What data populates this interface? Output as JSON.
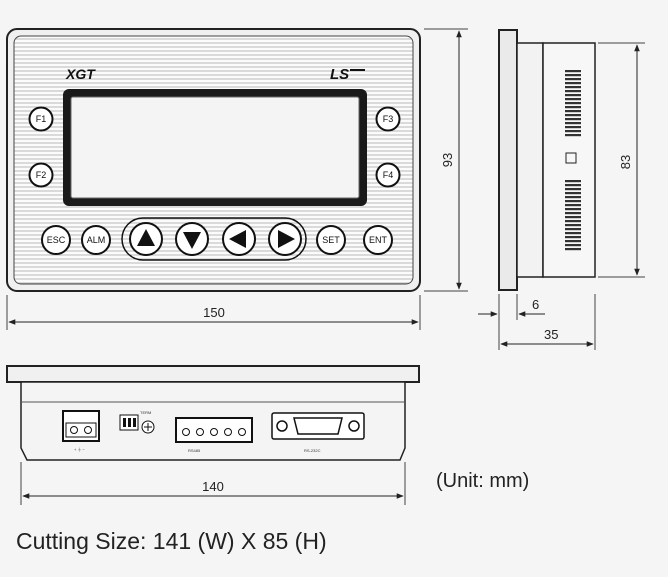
{
  "front": {
    "brand_left": "XGT",
    "brand_right": "LS",
    "keys_left": [
      "F1",
      "F2"
    ],
    "keys_right": [
      "F3",
      "F4"
    ],
    "keys_bottom": [
      "ESC",
      "ALM",
      "SET",
      "ENT"
    ]
  },
  "dimensions": {
    "front_width": "150",
    "front_height": "93",
    "side_height": "83",
    "side_depth_front": "6",
    "side_depth_total": "35",
    "bottom_width": "140"
  },
  "bottom_labels": {
    "power": "+ ⏚ −",
    "dip_label": "TERM",
    "terminals": "RS485",
    "connector": "RS-232C"
  },
  "unit_text": "(Unit: mm)",
  "cutting_text": "Cutting Size: 141 (W) X 85 (H)"
}
